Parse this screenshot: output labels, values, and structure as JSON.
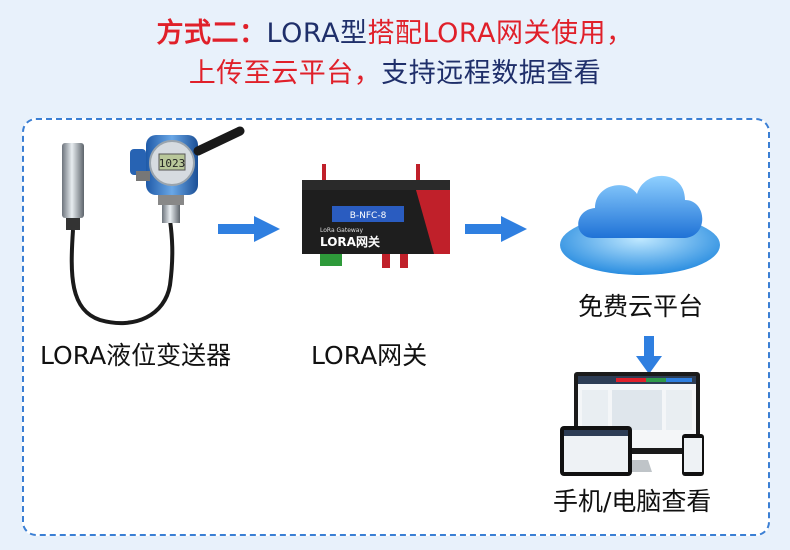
{
  "header": {
    "line1_prefix": "方式二：",
    "line1_lora": "LORA型",
    "line1_mid": "搭配LORA网关使用，",
    "line2_red": "上传至云平台，",
    "line2_dark": "支持远程数据查看"
  },
  "sensor": {
    "label": "LORA液位变送器",
    "display_value": "1023"
  },
  "gateway": {
    "label": "LORA网关",
    "product_text": "LORA网关",
    "sub_text": "LoRa Gateway",
    "model_text": "B-NFC-8"
  },
  "cloud": {
    "label": "免费云平台"
  },
  "devices": {
    "label": "手机/电脑查看"
  },
  "colors": {
    "accent_red": "#e0202a",
    "title_dark": "#1f2f6a",
    "arrow_blue": "#2f7fe0",
    "frame_border": "#3b7fd4"
  }
}
